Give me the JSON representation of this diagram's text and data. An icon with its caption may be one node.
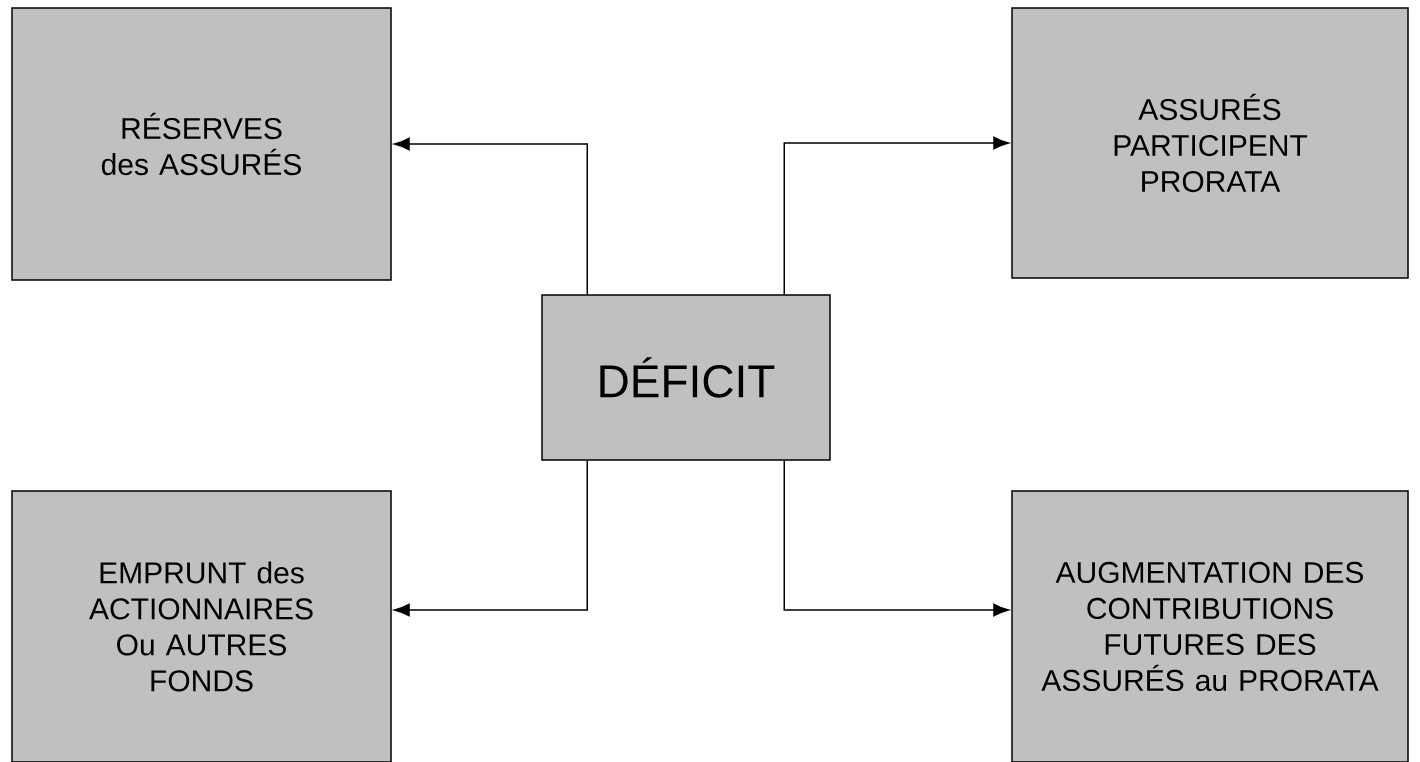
{
  "diagram": {
    "nodes": [
      {
        "text": [
          "DÉFICIT"
        ]
      },
      {
        "text": [
          "RÉSERVES des ASSURÉS"
        ]
      },
      {
        "text": [
          "ASSURÉS PARTICIPENT PRORATA"
        ]
      },
      {
        "text": [
          "EMPRUNT des ACTIONNAIRES Ou AUTRES FONDS"
        ]
      },
      {
        "text": [
          "AUGMENTATION DES CONTRIBUTIONS FUTURES DES ASSURÉS au PRORATA"
        ]
      }
    ],
    "edges": [
      {
        "from": 0,
        "to": 1,
        "arrow": "to"
      },
      {
        "from": 0,
        "to": 2,
        "arrow": "to"
      },
      {
        "from": 0,
        "to": 3,
        "arrow": "to"
      },
      {
        "from": 0,
        "to": 4,
        "arrow": "to"
      }
    ]
  }
}
